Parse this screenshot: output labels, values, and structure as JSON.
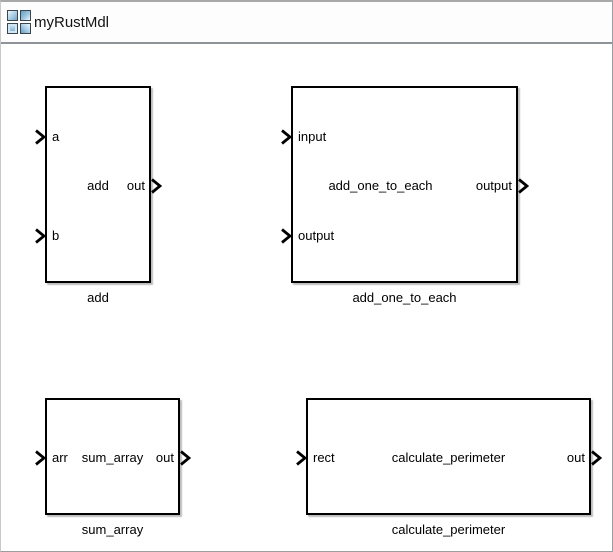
{
  "window": {
    "title": "myRustMdl",
    "icon": "simulink-model-icon"
  },
  "canvas": {
    "blocks": [
      {
        "name": "add",
        "center_label": "add",
        "caption": "add",
        "inputs": [
          "a",
          "b"
        ],
        "outputs": [
          "out"
        ]
      },
      {
        "name": "add_one_to_each",
        "center_label": "add_one_to_each",
        "caption": "add_one_to_each",
        "inputs": [
          "input",
          "output"
        ],
        "outputs": [
          "output"
        ]
      },
      {
        "name": "sum_array",
        "center_label": "sum_array",
        "caption": "sum_array",
        "inputs": [
          "arr"
        ],
        "outputs": [
          "out"
        ]
      },
      {
        "name": "calculate_perimeter",
        "center_label": "calculate_perimeter",
        "caption": "calculate_perimeter",
        "inputs": [
          "rect"
        ],
        "outputs": [
          "out"
        ]
      }
    ]
  },
  "colors": {
    "block_border": "#000000",
    "block_fill": "#ffffff",
    "canvas_bg": "#ffffff",
    "tab_bg": "#fdfdfd",
    "separator": "#8e939a",
    "block_shadow": "#bdbdbd",
    "icon_blue": "#5f9ec9"
  }
}
